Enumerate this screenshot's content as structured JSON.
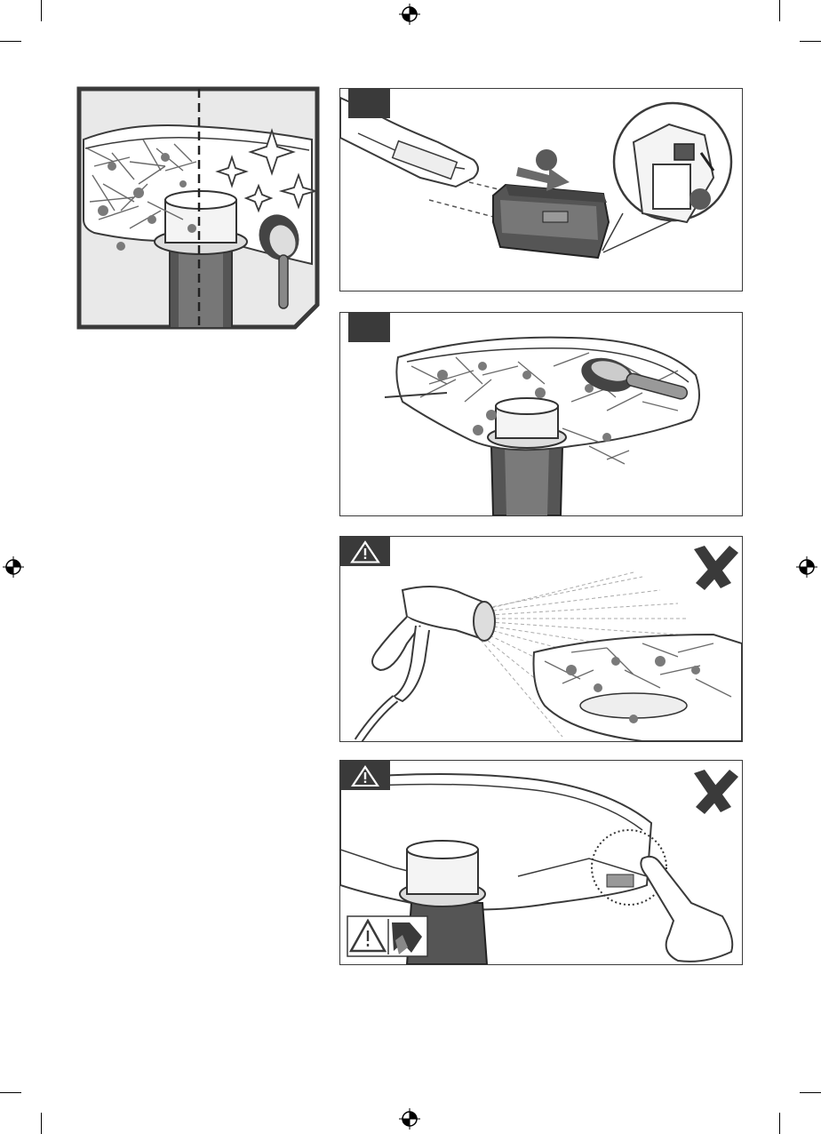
{
  "page": {
    "background": "#ffffff",
    "ink_color": "#3a3a3a",
    "debris_color": "#7a7a7a"
  },
  "panels": [
    {
      "id": "overview",
      "icon": "before-after-cleaning-illustration"
    },
    {
      "id": "step-1",
      "icon": "remove-battery-illustration",
      "tab": "step-tab"
    },
    {
      "id": "step-2",
      "icon": "brush-clean-guard-illustration",
      "tab": "step-tab"
    },
    {
      "id": "warning-water",
      "icon": "warning-triangle-icon",
      "prohibited": "cross-x-icon"
    },
    {
      "id": "warning-blade",
      "icon": "warning-triangle-icon",
      "prohibited": "cross-x-icon",
      "extra_icon": "cut-hazard-icon"
    }
  ]
}
